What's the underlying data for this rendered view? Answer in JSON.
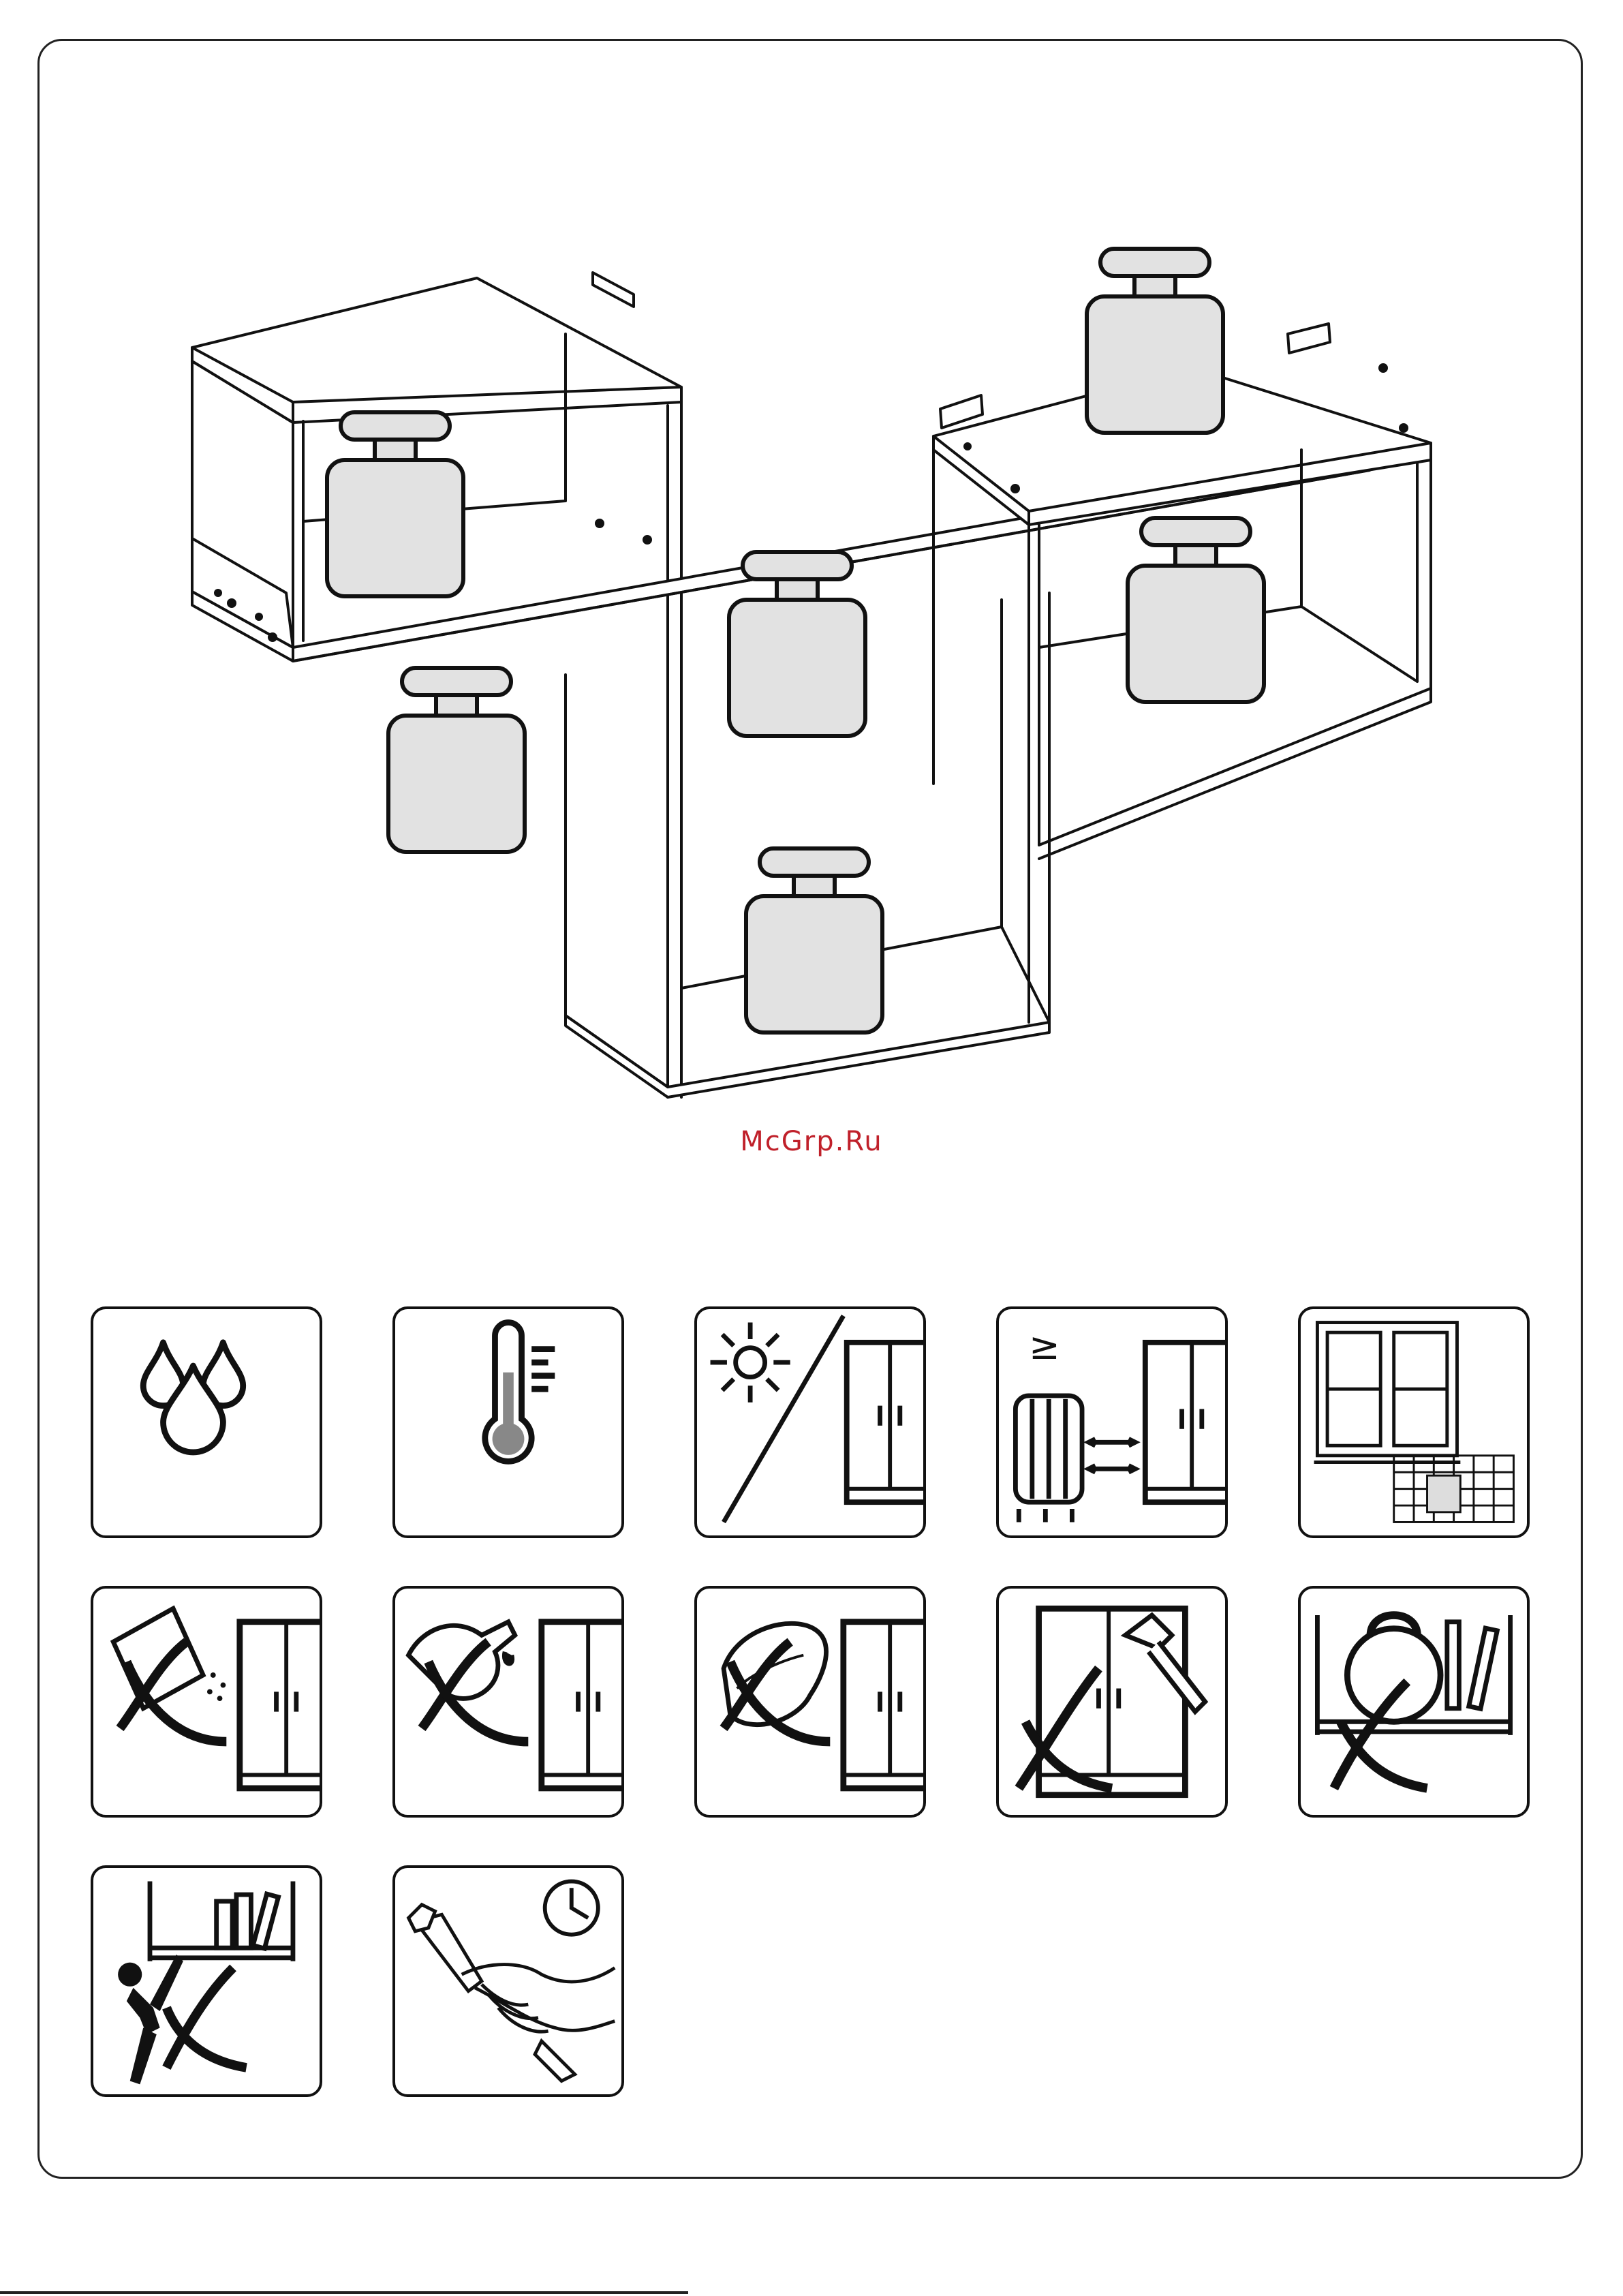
{
  "watermark": {
    "text": "McGrp.Ru"
  },
  "colors": {
    "line": "#111111",
    "weight_fill": "#e2e2e2",
    "watermark": "#c0202a",
    "thermo_fill": "#888888"
  },
  "illustration": {
    "subject": "wall-shelf-load-diagram",
    "weight_count": 6
  },
  "warning_icons": [
    {
      "name": "humidity-icon"
    },
    {
      "name": "temperature-icon"
    },
    {
      "name": "sunlight-icon"
    },
    {
      "name": "heater-distance-icon",
      "symbol": "≥"
    },
    {
      "name": "ventilation-icon"
    },
    {
      "name": "no-wet-cleaning-icon"
    },
    {
      "name": "no-chemicals-icon"
    },
    {
      "name": "no-abrasive-icon"
    },
    {
      "name": "no-impact-icon"
    },
    {
      "name": "no-overload-icon"
    },
    {
      "name": "no-climbing-icon"
    },
    {
      "name": "tighten-periodically-icon"
    }
  ]
}
